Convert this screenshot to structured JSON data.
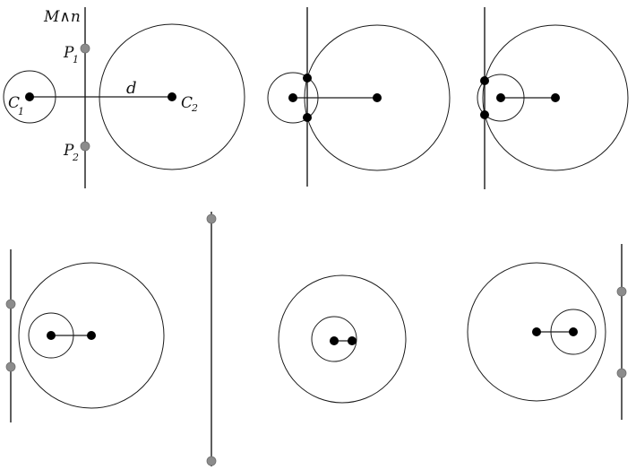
{
  "labels": {
    "plane": "M∧n",
    "p1": "P",
    "p1_sub": "1",
    "p2": "P",
    "p2_sub": "2",
    "c1": "C",
    "c1_sub": "1",
    "c2": "C",
    "c2_sub": "2",
    "d": "d"
  },
  "colors": {
    "stroke": "#1a1a1a",
    "center_point": "#000000",
    "intersection_point": "#8c8c8c"
  },
  "panels": [
    {
      "id": "panel-1",
      "description_shown": false
    },
    {
      "id": "panel-2",
      "description_shown": false
    },
    {
      "id": "panel-3",
      "description_shown": false
    },
    {
      "id": "panel-4",
      "description_shown": false
    },
    {
      "id": "panel-5",
      "description_shown": false
    },
    {
      "id": "panel-6",
      "description_shown": false
    },
    {
      "id": "panel-7",
      "description_shown": false
    }
  ]
}
